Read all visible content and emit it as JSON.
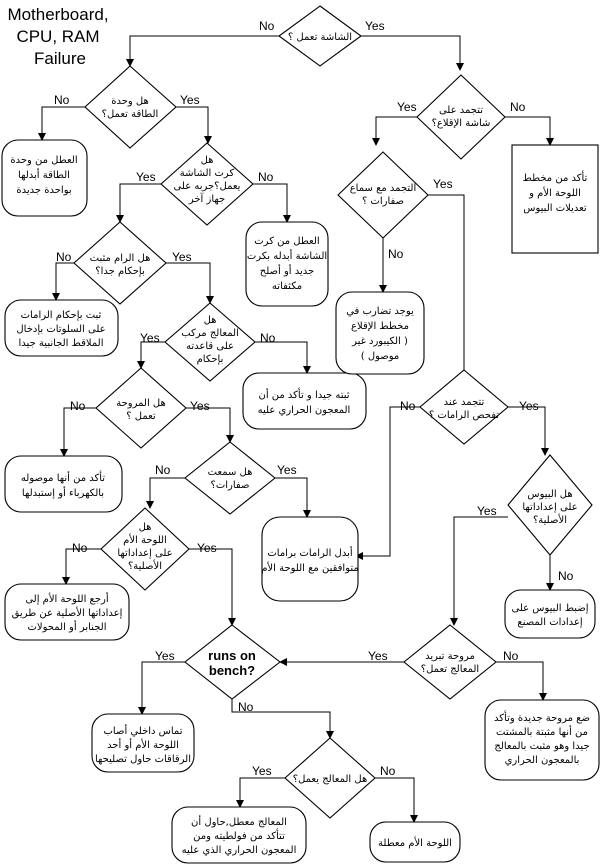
{
  "title": [
    "Motherboard,",
    "CPU, RAM",
    "Failure"
  ],
  "yes": "Yes",
  "no": "No",
  "nodes": [
    {
      "id": "d_screen",
      "lines": [
        "الشاشة تعمل ؟"
      ]
    },
    {
      "id": "d_power",
      "lines": [
        "هل وحدة",
        "الطاقة تعمل؟"
      ]
    },
    {
      "id": "b_power",
      "lines": [
        "العطل من وحدة",
        "الطاقة أبدلها",
        "بواحدة جديدة"
      ]
    },
    {
      "id": "d_gpu",
      "lines": [
        "هل",
        "كرت الشاشة",
        "يعمل؟جربه على",
        "جهاز آخر"
      ]
    },
    {
      "id": "b_gpu",
      "lines": [
        "العطل من كرت",
        "الشاشة أبدله بكرت",
        "جديد أو أصلح",
        "مكثفاته"
      ]
    },
    {
      "id": "d_ram",
      "lines": [
        "هل الرام مثبت",
        "بإحكام جدا؟"
      ]
    },
    {
      "id": "b_ram",
      "lines": [
        "ثبت بإحكام الرامات",
        "على السلوتات بإدخال",
        "الملاقط الجانبية جيدا"
      ]
    },
    {
      "id": "d_cpu",
      "lines": [
        "هل",
        "المعالج مركب",
        "على قاعدته",
        "بإحكام"
      ]
    },
    {
      "id": "b_cpu",
      "lines": [
        "ثبته جيدا و تأكد من أن",
        "المعجون الحراري عليه"
      ]
    },
    {
      "id": "d_fan",
      "lines": [
        "هل المروحة",
        "تعمل ؟"
      ]
    },
    {
      "id": "b_fan",
      "lines": [
        "تأكد من أنها موصوله",
        "بالكهرباء أو إستبدلها"
      ]
    },
    {
      "id": "d_beep",
      "lines": [
        "هل سمعت",
        "صفارات؟"
      ]
    },
    {
      "id": "b_swap_ram",
      "lines": [
        "أبدل الرامات برامات",
        "متوافقين مع اللوحة الأم"
      ]
    },
    {
      "id": "d_mb_default",
      "lines": [
        "هل",
        "اللوحة الأم",
        "على إعداداتها",
        "الأصلية؟"
      ]
    },
    {
      "id": "b_mb_default",
      "lines": [
        "أرجع اللوحة الأم إلى",
        "إعداداتها الأصلية عن طريق",
        "الجنابر أو المحولات"
      ]
    },
    {
      "id": "d_post",
      "lines": [
        "تتجمد على",
        "شاشة الإقلاع؟"
      ]
    },
    {
      "id": "b_post",
      "lines": [
        "تأكد من مخطط",
        "اللوحة الأم و",
        "تعديلات البيوس"
      ]
    },
    {
      "id": "d_beep2",
      "lines": [
        "التجمد مع سماع",
        "صفارات ؟"
      ]
    },
    {
      "id": "b_boot_chart",
      "lines": [
        "يوجد تضارب في",
        "مخطط الإقلاع",
        "( الكيبورد غير",
        "موصول )"
      ]
    },
    {
      "id": "d_ramcheck",
      "lines": [
        "تتجمد عند",
        "تفحص الرامات ؟"
      ]
    },
    {
      "id": "d_bios",
      "lines": [
        "هل البيوس",
        "على إعداداتها",
        "الأصلية؟"
      ]
    },
    {
      "id": "b_bios",
      "lines": [
        "إضبط البيوس على",
        "إعدادات المصنع"
      ]
    },
    {
      "id": "d_cpufan",
      "lines": [
        "مروحة تبريد",
        "المعالج تعمل؟"
      ]
    },
    {
      "id": "b_cpufan",
      "lines": [
        "ضع مروحة جديدة وتأكد",
        "من أنها مثبتة بالمشتت",
        "جيدا وهو مثبت بالمعالج",
        "بالمعجون الحراري"
      ]
    },
    {
      "id": "d_bench",
      "lines": [
        "runs on",
        "bench?"
      ]
    },
    {
      "id": "b_short",
      "lines": [
        "تماس داخلي أصاب",
        "اللوحة الأم أو أحد",
        "الرقاقات حاول تصليحها"
      ]
    },
    {
      "id": "d_cpu_ok",
      "lines": [
        "هل المعالج يعمل؟"
      ]
    },
    {
      "id": "b_cpu_bad",
      "lines": [
        "المعالج معطل,حاول أن",
        "تتأكد من فولطيته ومن",
        "المعجون الحراري الذي عليه"
      ]
    },
    {
      "id": "b_mb_bad",
      "lines": [
        "اللوحة الأم معطلة"
      ]
    }
  ]
}
